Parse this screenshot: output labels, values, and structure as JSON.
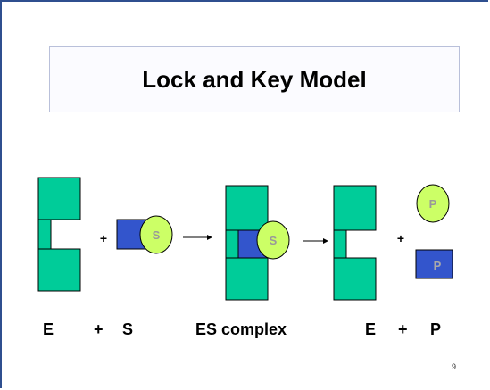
{
  "slide": {
    "title": "Lock and Key Model",
    "page_number": "9"
  },
  "diagram": {
    "substrate_label": "S",
    "product_label_circle": "P",
    "product_label_square": "P",
    "plus_sign": "+",
    "arrow": "→"
  },
  "labels": {
    "e1": "E",
    "plus1": "+",
    "s": "S",
    "es_complex": "ES complex",
    "e2": "E",
    "plus2": "+",
    "p": "P"
  },
  "colors": {
    "enzyme": "#00cc99",
    "substrate_circle": "#ccff66",
    "substrate_text": "#999999",
    "block": "#3355cc",
    "block_text": "#aaaaaa",
    "frame": "#2f4f8f"
  }
}
